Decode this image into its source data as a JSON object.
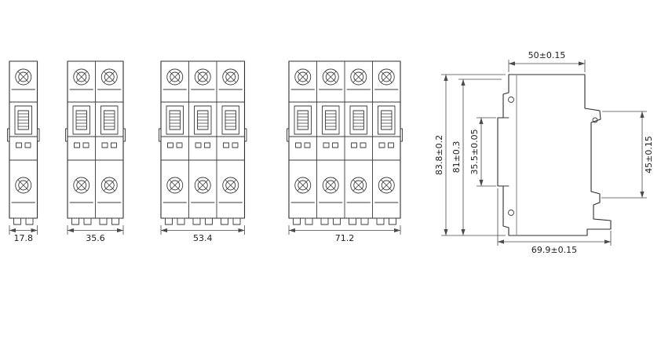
{
  "drawing": {
    "front_views": [
      {
        "poles": 1,
        "width_label": "17.8"
      },
      {
        "poles": 2,
        "width_label": "35.6"
      },
      {
        "poles": 3,
        "width_label": "53.4"
      },
      {
        "poles": 4,
        "width_label": "71.2"
      }
    ],
    "side_view": {
      "width_top_label": "50±0.15",
      "overall_height_label": "83.8±0.2",
      "body_height_label": "81±0.3",
      "panel_height_label": "35.5±0.05",
      "din_rail_height_label": "45±0.15",
      "overall_depth_label": "69.9±0.15"
    },
    "colors": {
      "line": "#2e2e2e",
      "dimension": "#4a4a4a",
      "background": "#ffffff"
    }
  }
}
